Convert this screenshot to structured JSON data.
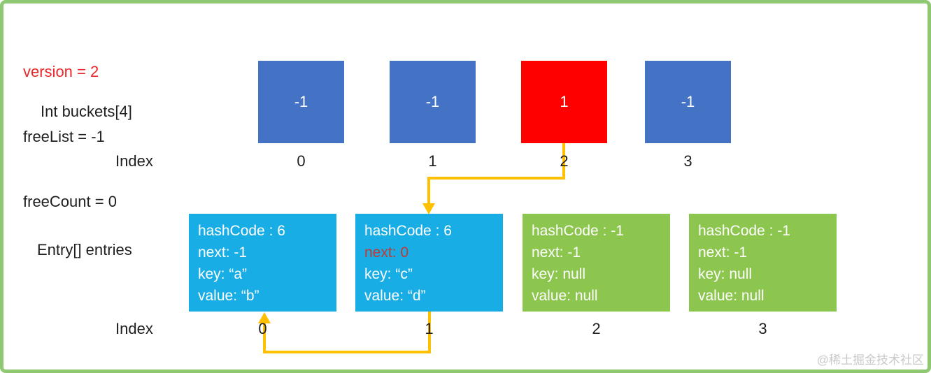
{
  "state": {
    "version": "version = 2",
    "freeList": "freeList = -1",
    "freeCount": "freeCount = 0"
  },
  "buckets": {
    "label": "Int buckets[4]",
    "index_label": "Index",
    "cells": [
      {
        "value": "-1",
        "index": "0",
        "highlighted": false
      },
      {
        "value": "-1",
        "index": "1",
        "highlighted": false
      },
      {
        "value": "1",
        "index": "2",
        "highlighted": true
      },
      {
        "value": "-1",
        "index": "3",
        "highlighted": false
      }
    ]
  },
  "entries": {
    "label": "Entry[] entries",
    "index_label": "Index",
    "cells": [
      {
        "index": "0",
        "state": "occupied",
        "lines": [
          "hashCode : 6",
          "next: -1",
          "key: “a”",
          "value: “b”"
        ]
      },
      {
        "index": "1",
        "state": "occupied",
        "lines": [
          "hashCode : 6",
          "next: 0",
          "key: “c”",
          "value: “d”"
        ],
        "emphasized_line": "next: 0"
      },
      {
        "index": "2",
        "state": "free",
        "lines": [
          "hashCode : -1",
          "next: -1",
          "key: null",
          "value: null"
        ]
      },
      {
        "index": "3",
        "state": "free",
        "lines": [
          "hashCode : -1",
          "next: -1",
          "key: null",
          "value: null"
        ]
      }
    ]
  },
  "arrows": [
    {
      "from": "buckets[2]",
      "to": "entries[1]"
    },
    {
      "from": "entries[1].next",
      "to": "entries[0]"
    }
  ],
  "colors": {
    "bucket_blue": "#4472C4",
    "bucket_highlight_red": "#FE0000",
    "entry_occupied_cyan": "#19ADE6",
    "entry_free_green": "#8CC64E",
    "arrow_gold": "#FFC000",
    "version_red": "#E8282A",
    "next_red": "#C03A32",
    "border_green": "#8FC873"
  },
  "watermark": "@稀土掘金技术社区"
}
